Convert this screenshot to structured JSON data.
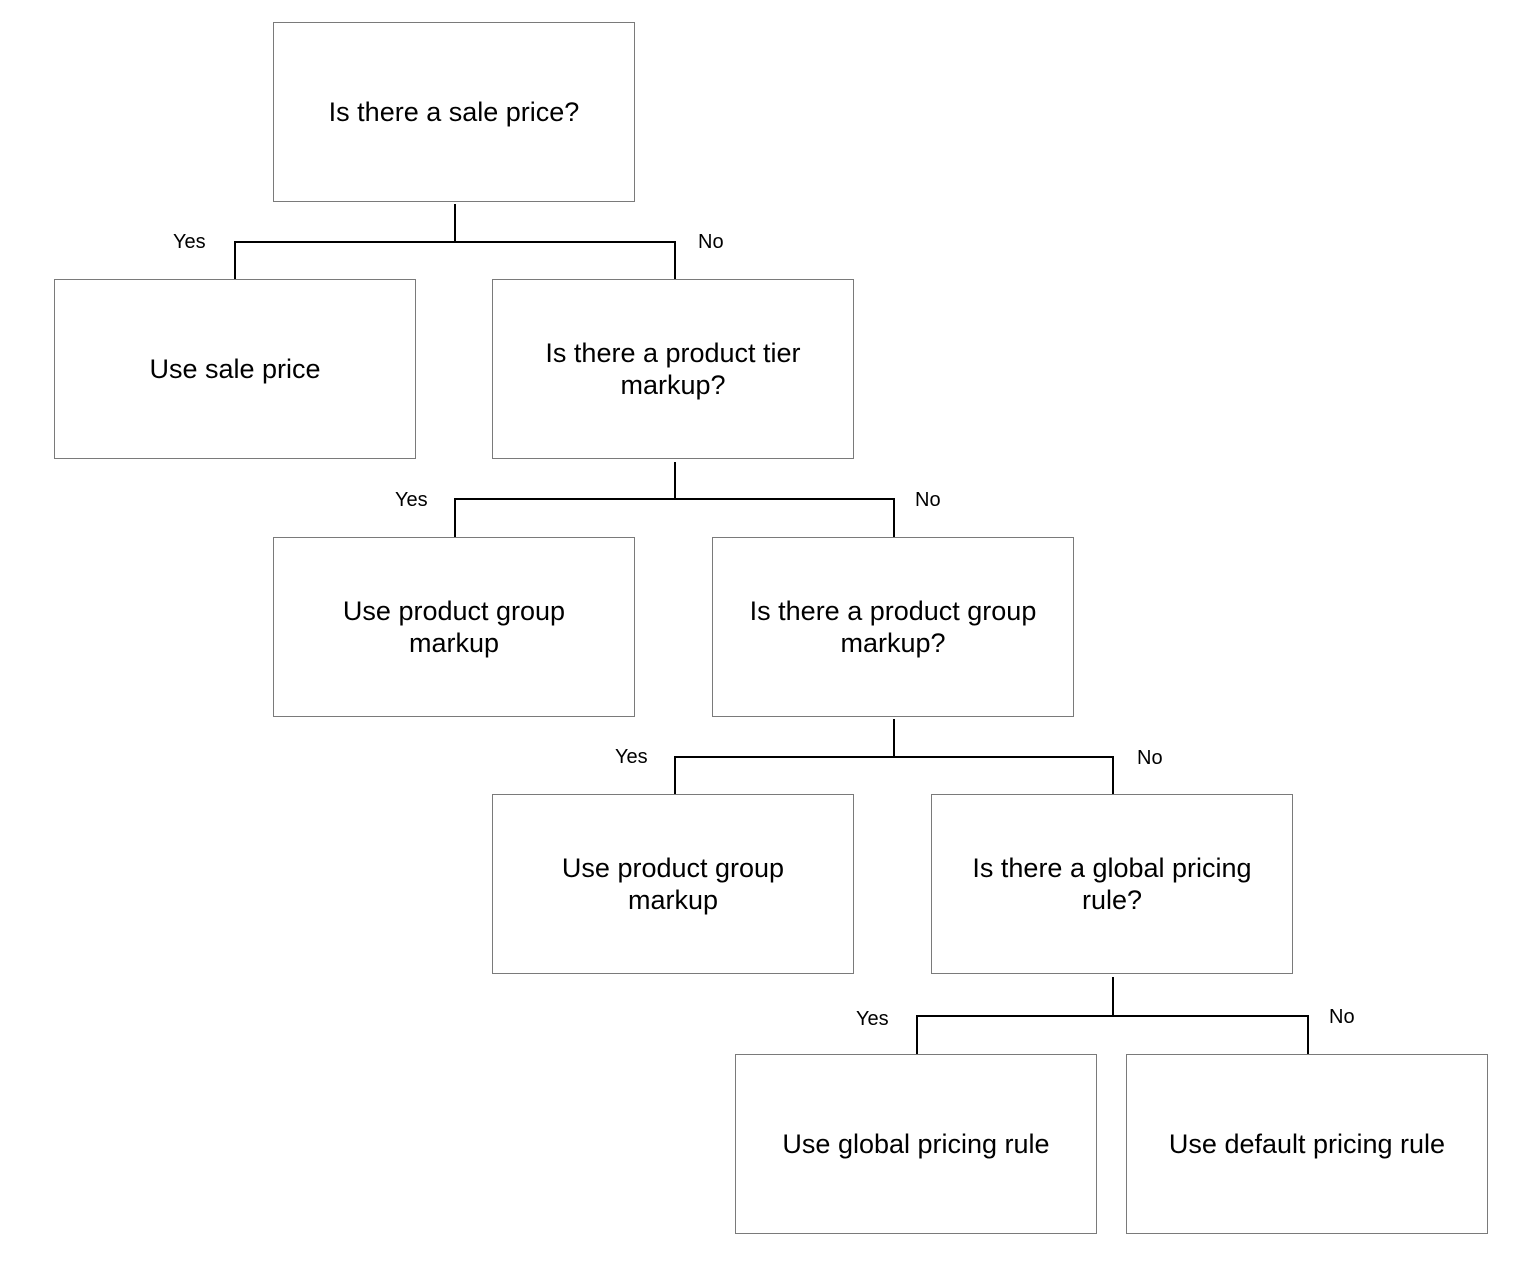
{
  "diagram": {
    "nodes": {
      "q_sale_price": "Is there a sale price?",
      "use_sale_price": "Use sale price",
      "q_product_tier_markup": "Is there a product tier markup?",
      "use_product_group_markup_1": "Use product group markup",
      "q_product_group_markup": "Is there a product group markup?",
      "use_product_group_markup_2": "Use product group markup",
      "q_global_pricing_rule": "Is there a global pricing rule?",
      "use_global_pricing_rule": "Use global pricing rule",
      "use_default_pricing_rule": "Use default pricing rule"
    },
    "labels": {
      "yes": "Yes",
      "no": "No"
    },
    "edges": [
      {
        "from": "q_sale_price",
        "to": "use_sale_price",
        "label": "Yes"
      },
      {
        "from": "q_sale_price",
        "to": "q_product_tier_markup",
        "label": "No"
      },
      {
        "from": "q_product_tier_markup",
        "to": "use_product_group_markup_1",
        "label": "Yes"
      },
      {
        "from": "q_product_tier_markup",
        "to": "q_product_group_markup",
        "label": "No"
      },
      {
        "from": "q_product_group_markup",
        "to": "use_product_group_markup_2",
        "label": "Yes"
      },
      {
        "from": "q_product_group_markup",
        "to": "q_global_pricing_rule",
        "label": "No"
      },
      {
        "from": "q_global_pricing_rule",
        "to": "use_global_pricing_rule",
        "label": "Yes"
      },
      {
        "from": "q_global_pricing_rule",
        "to": "use_default_pricing_rule",
        "label": "No"
      }
    ],
    "colors": {
      "box_border": "#7a7a7a",
      "connector": "#000000",
      "text": "#000000",
      "background": "#ffffff"
    }
  }
}
